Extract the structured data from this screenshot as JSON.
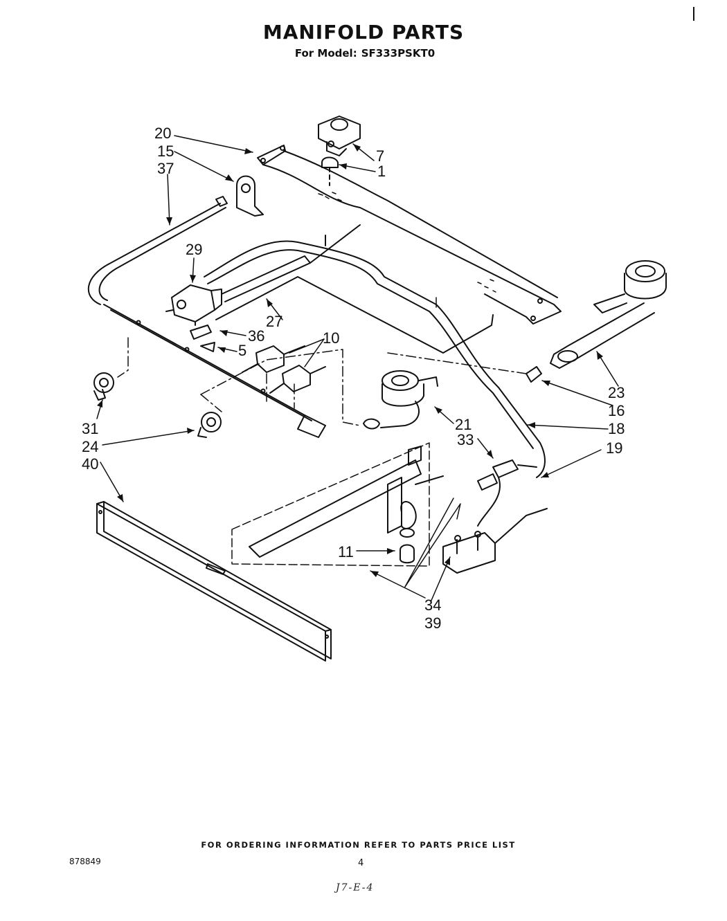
{
  "header": {
    "title": "MANIFOLD PARTS",
    "subtitle_prefix": "For Model:",
    "model": "SF333PSKT0"
  },
  "callouts": [
    "20",
    "15",
    "37",
    "7",
    "1",
    "29",
    "27",
    "36",
    "5",
    "10",
    "31",
    "24",
    "40",
    "23",
    "16",
    "21",
    "18",
    "33",
    "19",
    "11",
    "34",
    "39"
  ],
  "footer": {
    "ordering_note": "FOR ORDERING INFORMATION REFER TO PARTS PRICE LIST",
    "doc_number": "878849",
    "page_number": "4",
    "handwritten": "J7-E-4"
  }
}
